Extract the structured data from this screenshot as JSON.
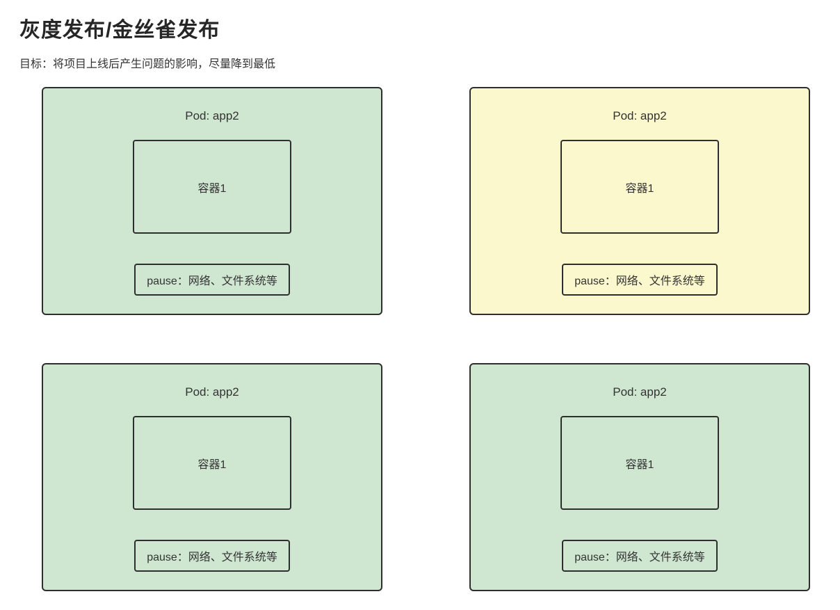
{
  "page": {
    "title": "灰度发布/金丝雀发布",
    "subtitle": "目标：将项目上线后产生问题的影响，尽量降到最低"
  },
  "colors": {
    "pod_green": "#cfe7d1",
    "pod_yellow": "#fbf8cd",
    "border": "#2e2e2e",
    "text": "#333333"
  },
  "pods": [
    {
      "variant": "green",
      "title": "Pod: app2",
      "container_label": "容器1",
      "pause_label": "pause：网络、文件系统等"
    },
    {
      "variant": "yellow",
      "title": "Pod: app2",
      "container_label": "容器1",
      "pause_label": "pause：网络、文件系统等"
    },
    {
      "variant": "green",
      "title": "Pod: app2",
      "container_label": "容器1",
      "pause_label": "pause：网络、文件系统等"
    },
    {
      "variant": "green",
      "title": "Pod: app2",
      "container_label": "容器1",
      "pause_label": "pause：网络、文件系统等"
    }
  ]
}
